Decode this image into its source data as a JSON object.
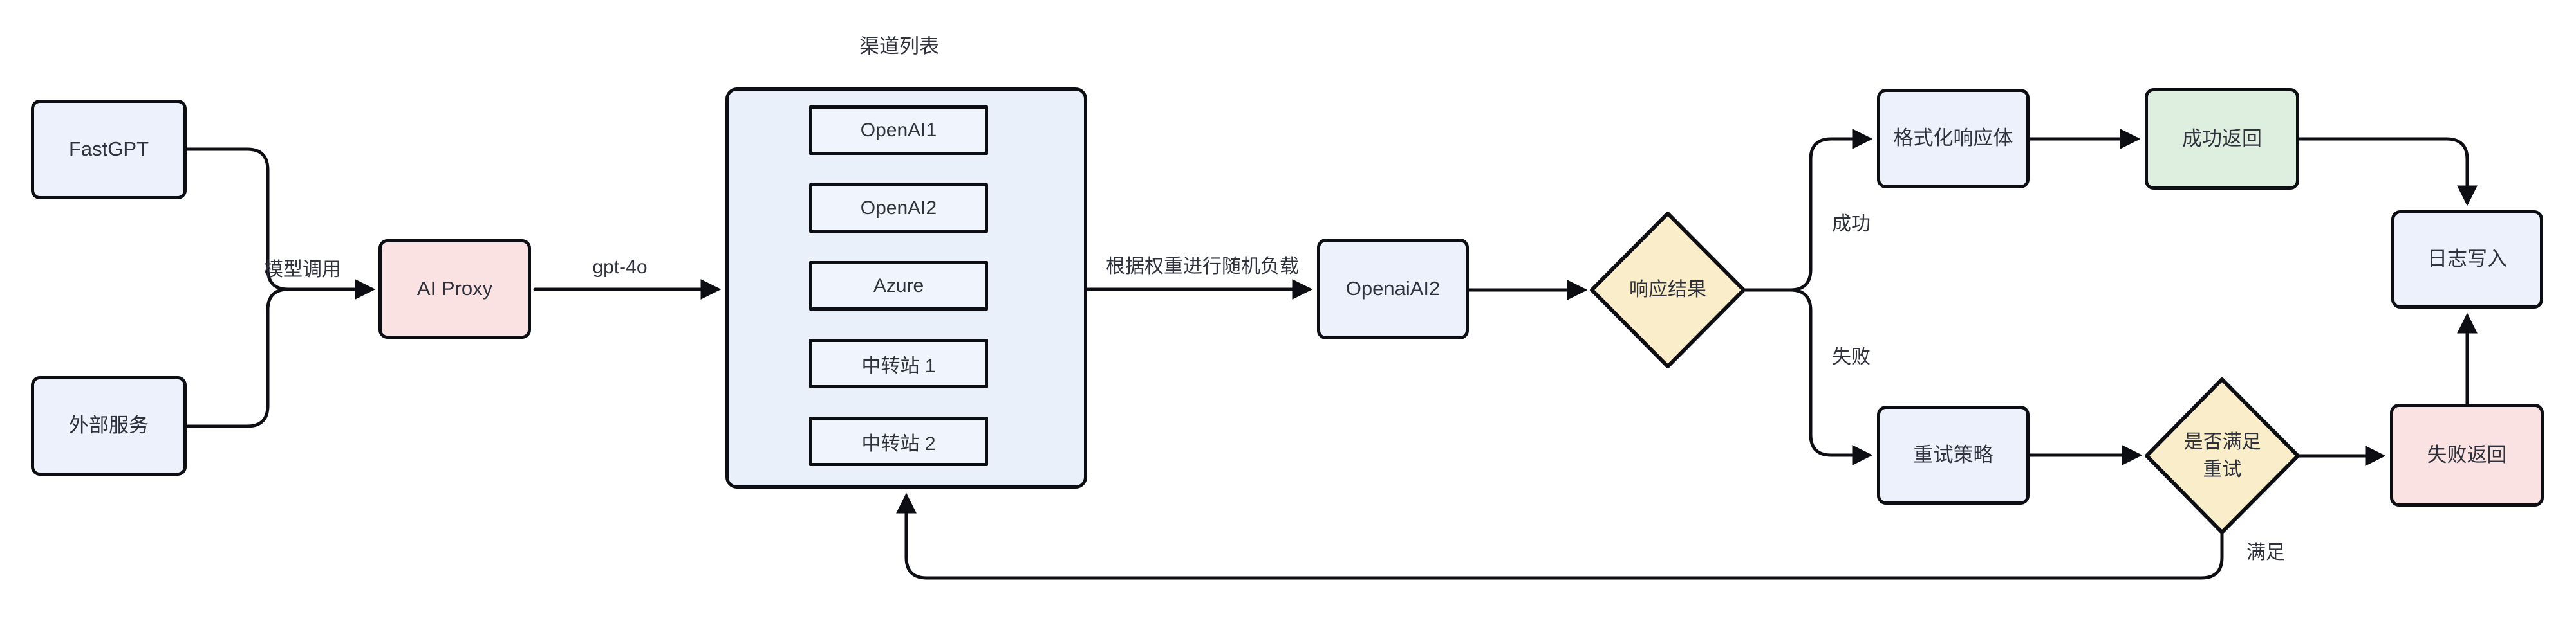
{
  "diagram": {
    "title": "渠道列表",
    "nodes": {
      "fastgpt": {
        "label": "FastGPT"
      },
      "external_service": {
        "label": "外部服务"
      },
      "ai_proxy": {
        "label": "AI Proxy"
      },
      "channels": [
        "OpenAI1",
        "OpenAI2",
        "Azure",
        "中转站 1",
        "中转站 2"
      ],
      "openai_ai2": {
        "label": "OpenaiAI2"
      },
      "response_result": {
        "label": "响应结果"
      },
      "format_response": {
        "label": "格式化响应体"
      },
      "success_return": {
        "label": "成功返回"
      },
      "log_write": {
        "label": "日志写入"
      },
      "retry_strategy": {
        "label": "重试策略"
      },
      "retry_check": {
        "line1": "是否满足",
        "line2": "重试"
      },
      "fail_return": {
        "label": "失败返回"
      }
    },
    "edge_labels": {
      "model_call": "模型调用",
      "model_name": "gpt-4o",
      "load_balance": "根据权重进行随机负载",
      "success": "成功",
      "fail": "失败",
      "satisfied": "满足"
    },
    "colors": {
      "node_blue": "#ECF1FB",
      "container_blue": "#EAF0FA",
      "item_blue": "#F0F4FC",
      "pink": "#FBE2E2",
      "green": "#DFEFDF",
      "yellow": "#FAEDC9",
      "line": "#0D0E14",
      "text": "#2F323C",
      "background": "#FFFFFF"
    }
  }
}
